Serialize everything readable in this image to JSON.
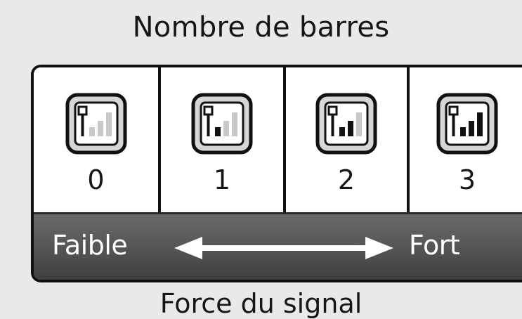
{
  "title": "Nombre de barres",
  "cells": [
    {
      "value": "0",
      "bars": 0
    },
    {
      "value": "1",
      "bars": 1
    },
    {
      "value": "2",
      "bars": 2
    },
    {
      "value": "3",
      "bars": 3
    }
  ],
  "scale": {
    "left_label": "Faible",
    "right_label": "Fort"
  },
  "footer": "Force du signal",
  "icon": "signal-strength-icon",
  "colors": {
    "bar_filled": "#111111",
    "bar_empty": "#c8c8c8",
    "scale_bg": "#525252"
  }
}
